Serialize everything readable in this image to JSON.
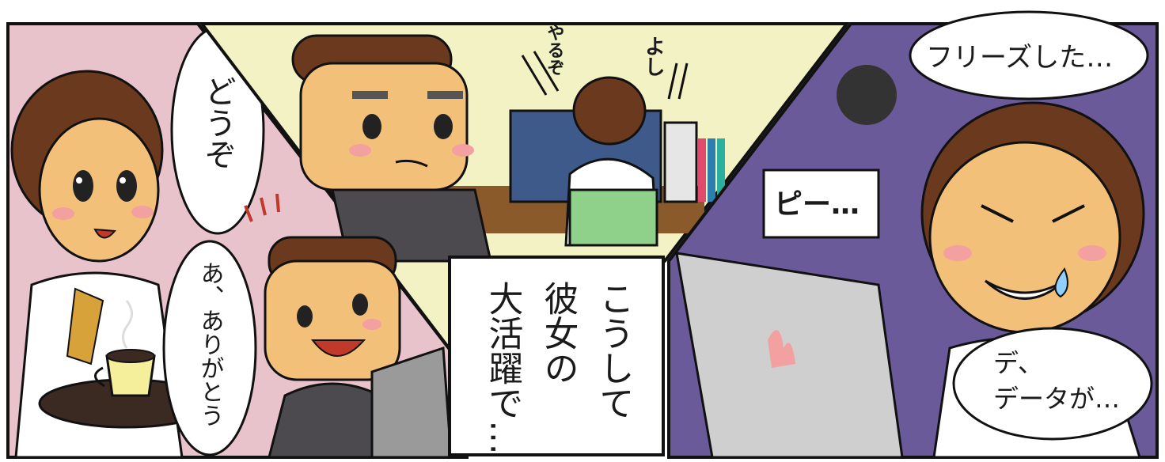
{
  "colors": {
    "panel_pink": "#e8c3cc",
    "panel_yellow": "#f3f2c5",
    "panel_purple": "#6a5a9a",
    "skin": "#f3c07a",
    "hair": "#6b3a1e",
    "suit": "#4c4a4e"
  },
  "bubbles": {
    "douzo": "どうぞ",
    "arigatou": "あ、ありがとう",
    "freeze": "フリーズした…",
    "pii": "ピー…",
    "data_line1": "デ、",
    "data_line2": "データが…"
  },
  "sfx": {
    "yaruzo": "やるぞ",
    "yoshi": "よし"
  },
  "caption": {
    "line1": "こうして",
    "line2": "彼女の",
    "line3": "大活躍で…"
  }
}
